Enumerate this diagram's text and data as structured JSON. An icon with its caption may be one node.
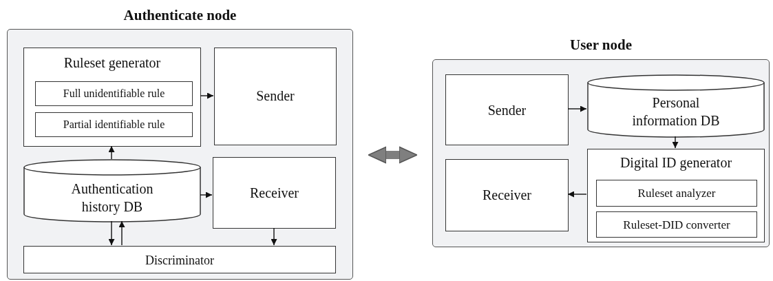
{
  "diagram": {
    "nodes": [
      {
        "text": [
          "Authenticate node"
        ]
      },
      {
        "text": [
          "Ruleset generator"
        ],
        "in": 0
      },
      {
        "text": [
          "Full unidentifiable rule"
        ],
        "in": 1
      },
      {
        "text": [
          "Partial identifiable rule"
        ],
        "in": 1
      },
      {
        "text": [
          "Sender"
        ],
        "in": 0
      },
      {
        "text": [
          "Authentication history DB"
        ],
        "in": 0
      },
      {
        "text": [
          "Receiver"
        ],
        "in": 0
      },
      {
        "text": [
          "Discriminator"
        ],
        "in": 0
      },
      {
        "text": [
          "User node"
        ]
      },
      {
        "text": [
          "Sender"
        ],
        "in": 8
      },
      {
        "text": [
          "Personal information DB"
        ],
        "in": 8
      },
      {
        "text": [
          "Digital ID generator"
        ],
        "in": 8
      },
      {
        "text": [
          "Ruleset analyzer"
        ],
        "in": 11
      },
      {
        "text": [
          "Ruleset-DID converter"
        ],
        "in": 11
      },
      {
        "text": [
          "Receiver"
        ],
        "in": 8
      }
    ],
    "edges": [
      {
        "from": 1,
        "to": 4,
        "arrow": "to"
      },
      {
        "from": 5,
        "to": 1,
        "arrow": "to"
      },
      {
        "from": 5,
        "to": 6,
        "arrow": "to"
      },
      {
        "from": 5,
        "to": 7,
        "arrow": "to"
      },
      {
        "from": 7,
        "to": 5,
        "arrow": "to"
      },
      {
        "from": 6,
        "to": 7,
        "arrow": "to"
      },
      {
        "from": 9,
        "to": 10,
        "arrow": "to"
      },
      {
        "from": 10,
        "to": 11,
        "arrow": "to"
      },
      {
        "from": 11,
        "to": 14,
        "arrow": "to"
      },
      {
        "from": 0,
        "to": 8,
        "arrow": "both",
        "style": "thick",
        "color": "#7f7f7f"
      }
    ]
  }
}
